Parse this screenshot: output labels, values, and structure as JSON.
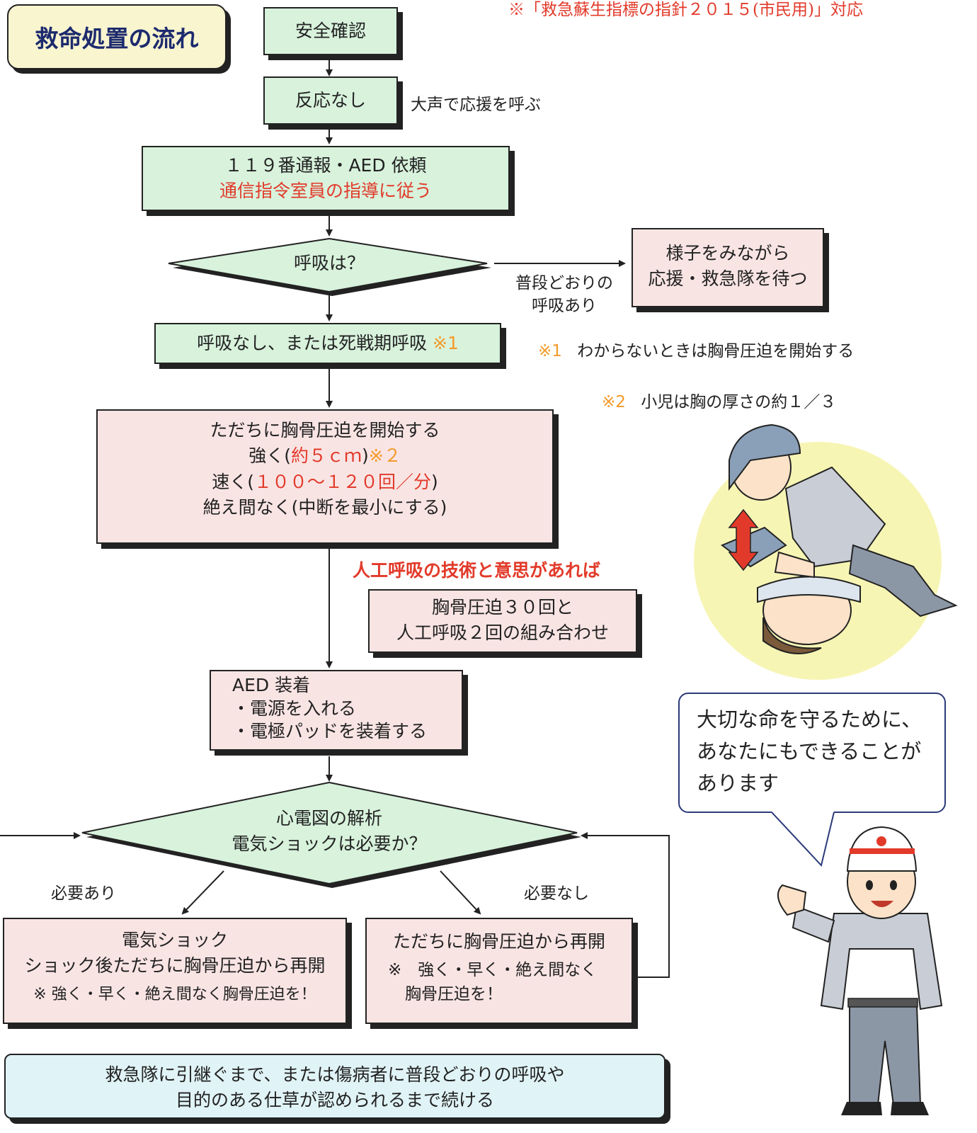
{
  "header": {
    "title": "救命処置の流れ",
    "guideline_note": "※「救急蘇生指標の指針２０１５(市民用)」対応"
  },
  "steps": {
    "safety": "安全確認",
    "no_response": "反応なし",
    "call_help": "大声で応援を呼ぶ",
    "call_119_line1": "１１９番通報・AED 依頼",
    "call_119_line2": "通信指令室員の指導に従う",
    "breathing_q": "呼吸は？",
    "normal_breathing_line1": "普段どおりの",
    "normal_breathing_line2": "呼吸あり",
    "wait_line1": "様子をみながら",
    "wait_line2": "応援・救急隊を待つ",
    "no_breathing": "呼吸なし、または死戦期呼吸",
    "no_breathing_mark": "※1",
    "cpr_line1": "ただちに胸骨圧迫を開始する",
    "cpr_line2_pre": "強く(",
    "cpr_line2_val": "約５ｃｍ",
    "cpr_line2_post": ")",
    "cpr_line2_mark": "※２",
    "cpr_line3_pre": "速く(",
    "cpr_line3_val": "１００～１２０回／分",
    "cpr_line3_post": ")",
    "cpr_line4": "絶え間なく(中断を最小にする)",
    "rescue_breath_condition": "人工呼吸の技術と意思があれば",
    "combo_line1": "胸骨圧迫３０回と",
    "combo_line2": "人工呼吸２回の組み合わせ",
    "aed_line1": "AED 装着",
    "aed_line2": "・電源を入れる",
    "aed_line3": "・電極パッドを装着する",
    "ecg_line1": "心電図の解析",
    "ecg_line2": "電気ショックは必要か？",
    "needed": "必要あり",
    "not_needed": "必要なし",
    "shock_line1": "電気ショック",
    "shock_line2": "ショック後ただちに胸骨圧迫から再開",
    "shock_line3": "※ 強く・早く・絶え間なく胸骨圧迫を！",
    "resume_line1": "ただちに胸骨圧迫から再開",
    "resume_line2": "※　強く・早く・絶え間なく",
    "resume_line3": "胸骨圧迫を！",
    "continue_line1": "救急隊に引継ぐまで、または傷病者に普段どおりの呼吸や",
    "continue_line2": "目的のある仕草が認められるまで続ける"
  },
  "notes": {
    "note1_mark": "※1",
    "note1_text": "わからないときは胸骨圧迫を開始する",
    "note2_mark": "※2",
    "note2_text": "小児は胸の厚さの約１／３"
  },
  "speech": {
    "line1": "大切な命を守るために、",
    "line2": "あなたにもできることが",
    "line3": "あります"
  },
  "colors": {
    "green_box": "#d8f2dc",
    "pink_box": "#f9e4e4",
    "blue_box": "#e0f3f6",
    "emphasis_red": "#e23a2a",
    "note_orange": "#f39a2a",
    "title_navy": "#1d2a6e"
  }
}
